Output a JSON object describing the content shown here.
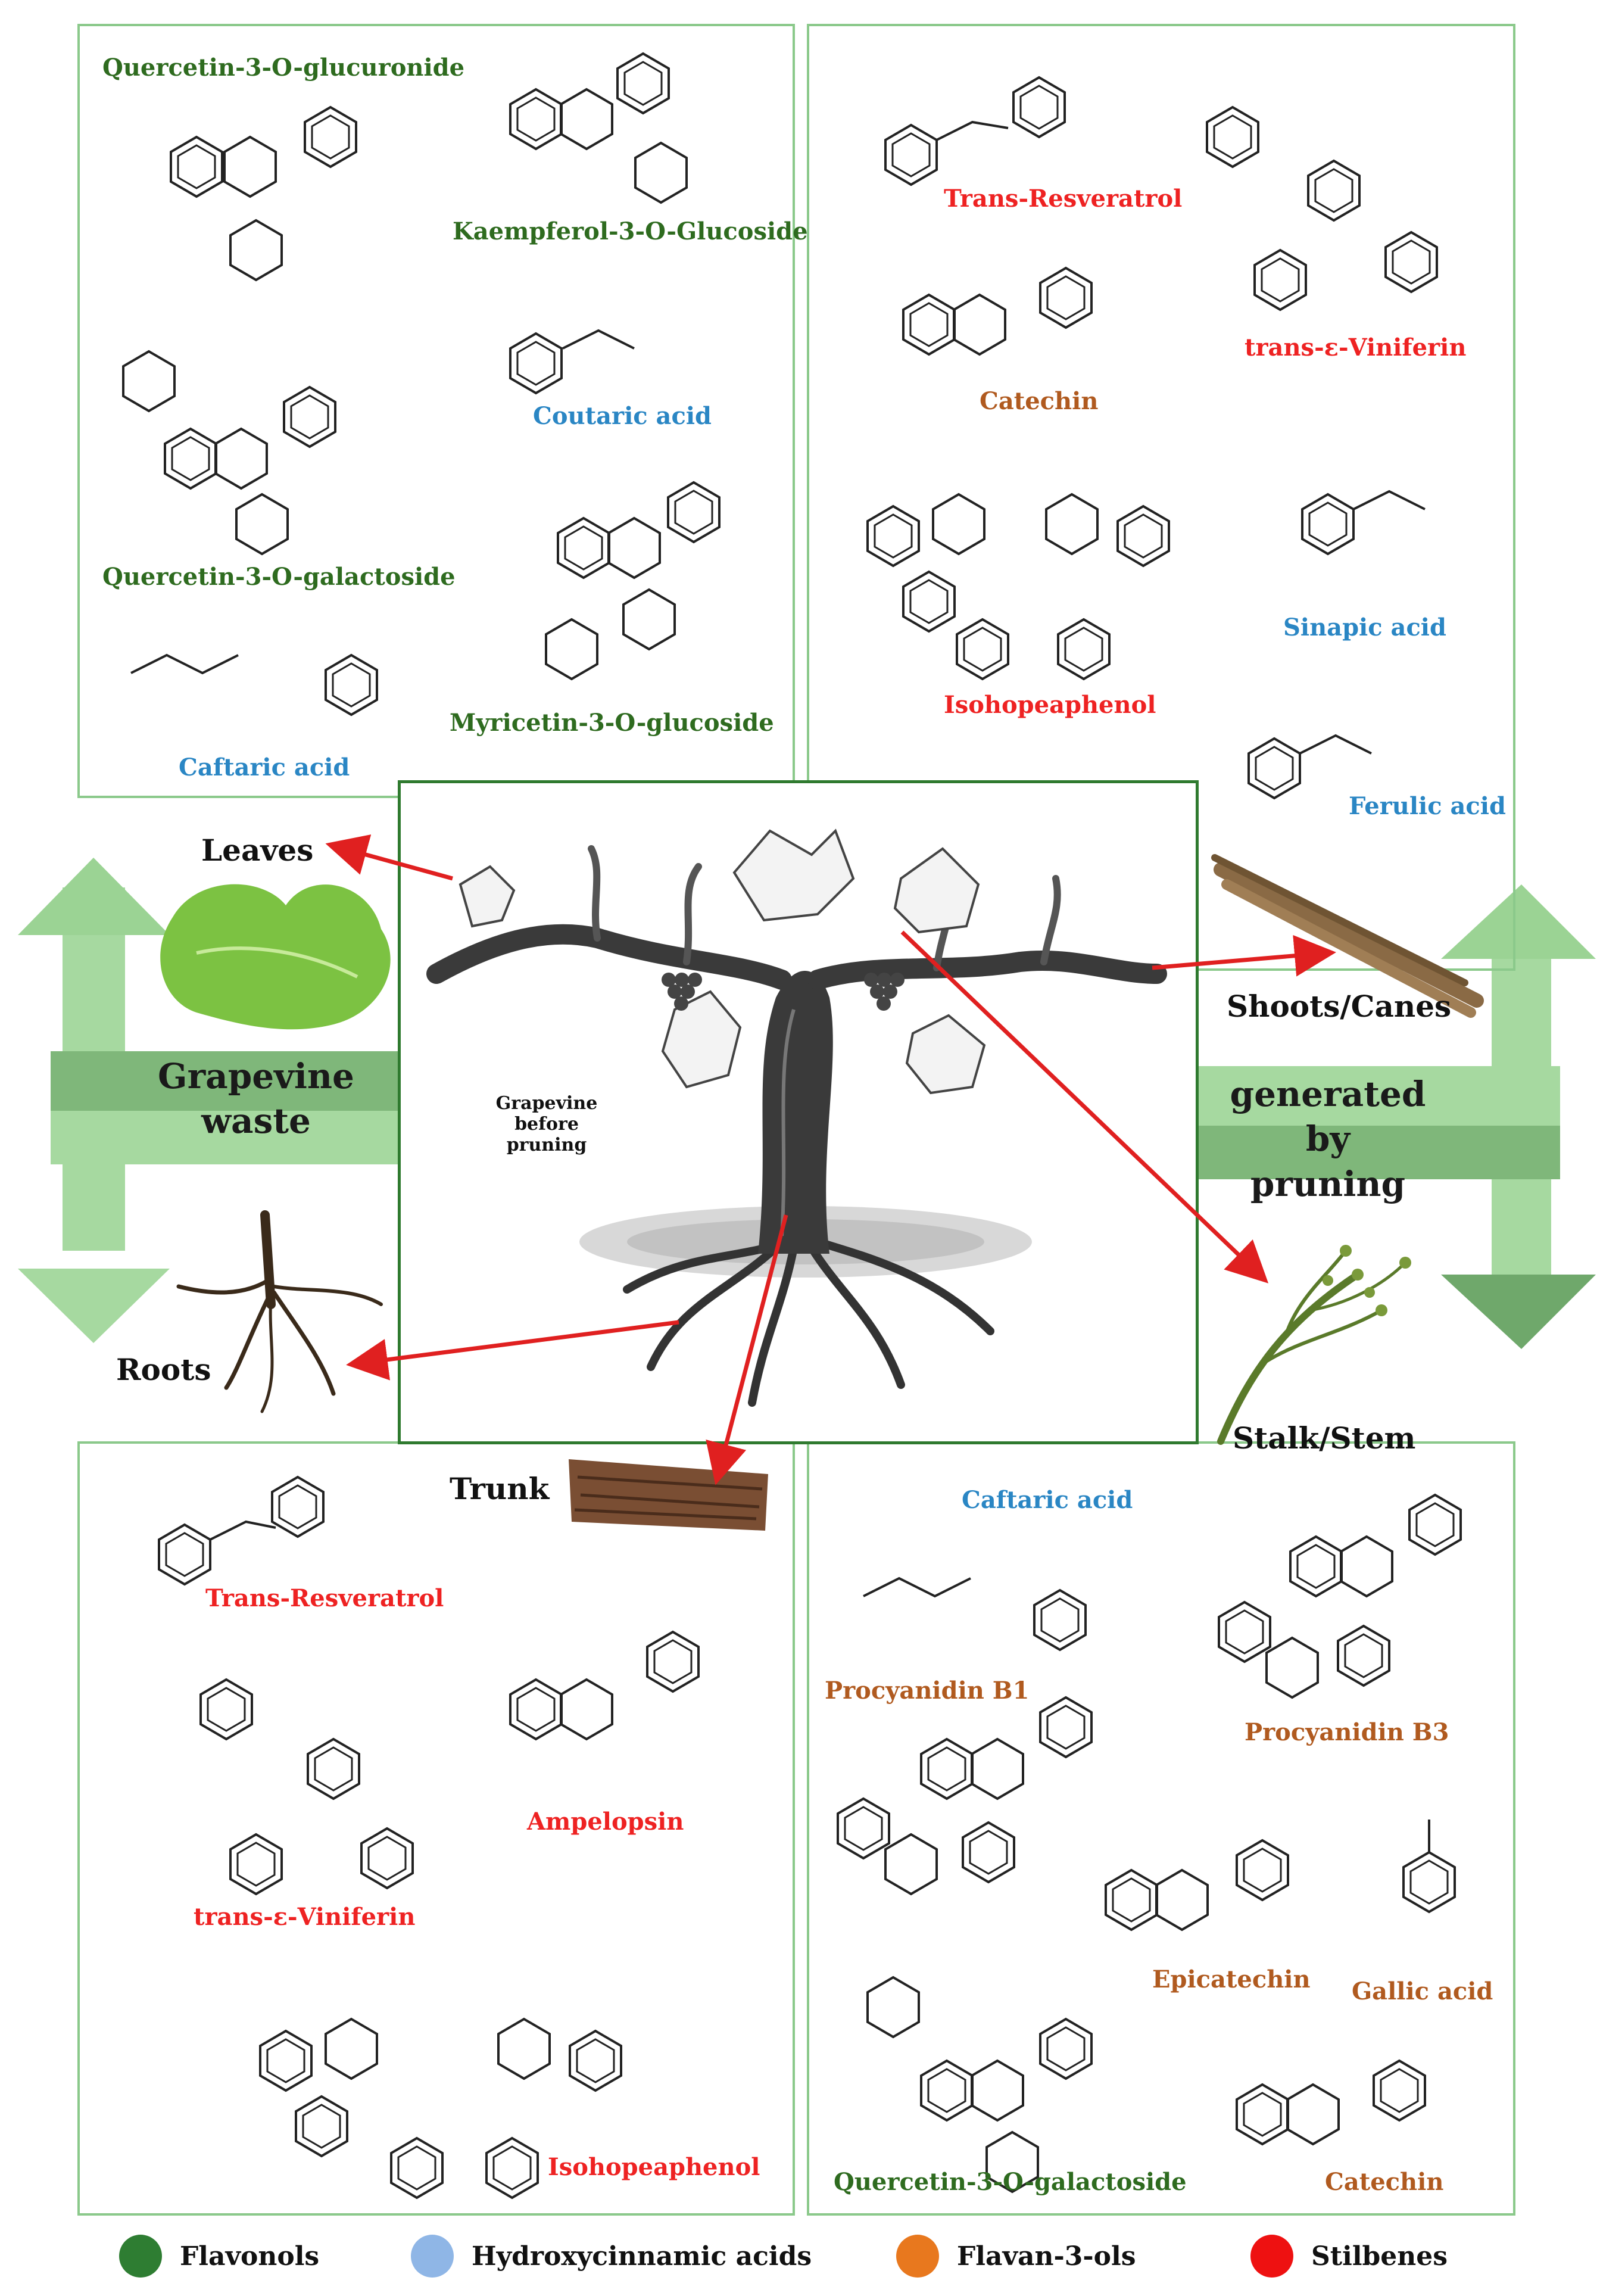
{
  "center": {
    "caption": "Grapevine before pruning"
  },
  "parts": {
    "leaves": "Leaves",
    "roots": "Roots",
    "trunk": "Trunk",
    "shoots": "Shoots/Canes",
    "stalk": "Stalk/Stem"
  },
  "arrows": {
    "left_line1": "Grapevine",
    "left_line2": "waste",
    "right_line1": "generated by",
    "right_line2": "pruning"
  },
  "leaves_compounds": {
    "q3gluc": "Quercetin-3-O-glucuronide",
    "k3gluc": "Kaempferol-3-O-Glucoside",
    "coutaric": "Coutaric acid",
    "q3gal": "Quercetin-3-O-galactoside",
    "myricetin": "Myricetin-3-O-glucoside",
    "caftaric": "Caftaric acid"
  },
  "shoots_compounds": {
    "resveratrol": "Trans-Resveratrol",
    "viniferin": "trans-ε-Viniferin",
    "catechin": "Catechin",
    "sinapic": "Sinapic acid",
    "isohopeaphenol": "Isohopeaphenol",
    "ferulic": "Ferulic acid"
  },
  "trunk_compounds": {
    "resveratrol": "Trans-Resveratrol",
    "ampelopsin": "Ampelopsin",
    "viniferin": "trans-ε-Viniferin",
    "isohopeaphenol": "Isohopeaphenol"
  },
  "stalk_compounds": {
    "caftaric": "Caftaric acid",
    "procyanidinB1": "Procyanidin B1",
    "procyanidinB3": "Procyanidin B3",
    "epicatechin": "Epicatechin",
    "gallic": "Gallic acid",
    "q3gal": "Quercetin-3-O-galactoside",
    "catechin": "Catechin"
  },
  "legend": [
    {
      "label": "Flavonols",
      "color": "#2e7d32"
    },
    {
      "label": "Hydroxycinnamic acids",
      "color": "#8fb6e6"
    },
    {
      "label": "Flavan-3-ols",
      "color": "#e8781e"
    },
    {
      "label": "Stilbenes",
      "color": "#ee1111"
    }
  ],
  "colors": {
    "panel_border": "#8bc98b",
    "arrow_light": "#a6d9a0",
    "arrow_dark": "#6fa86b",
    "pointer": "#e02020"
  }
}
